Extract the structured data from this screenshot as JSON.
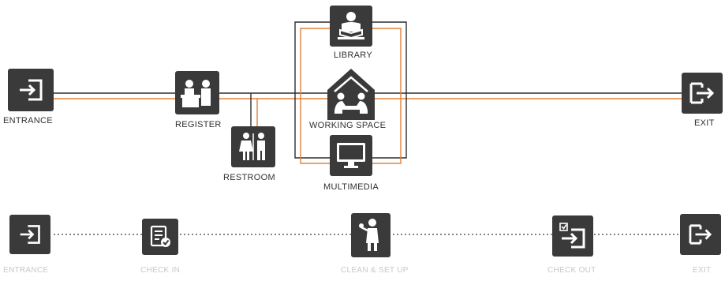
{
  "colors": {
    "box": "#3a3a3a",
    "line_dark": "#2d2d2d",
    "line_orange": "#e2813a",
    "faint_text": "#c8c8c8"
  },
  "top_flow": {
    "entrance": {
      "label": "ENTRANCE",
      "icon": "enter-icon"
    },
    "register": {
      "label": "REGISTER",
      "icon": "reception-desk-icon"
    },
    "restroom": {
      "label": "RESTROOM",
      "icon": "restroom-icon"
    },
    "library": {
      "label": "LIBRARY",
      "icon": "reading-person-icon"
    },
    "working_space": {
      "label": "WORKING SPACE",
      "icon": "meeting-table-icon"
    },
    "multimedia": {
      "label": "MULTIMEDIA",
      "icon": "monitor-icon"
    },
    "exit": {
      "label": "EXIT",
      "icon": "exit-icon"
    }
  },
  "bottom_flow": {
    "entrance": {
      "label": "ENTRANCE",
      "icon": "enter-icon"
    },
    "check_in": {
      "label": "CHECK IN",
      "icon": "checklist-icon"
    },
    "clean_setup": {
      "label": "CLEAN & SET UP",
      "icon": "cleaner-icon"
    },
    "check_out": {
      "label": "CHECK OUT",
      "icon": "checkbox-exit-icon"
    },
    "exit": {
      "label": "EXIT",
      "icon": "exit-icon"
    }
  }
}
